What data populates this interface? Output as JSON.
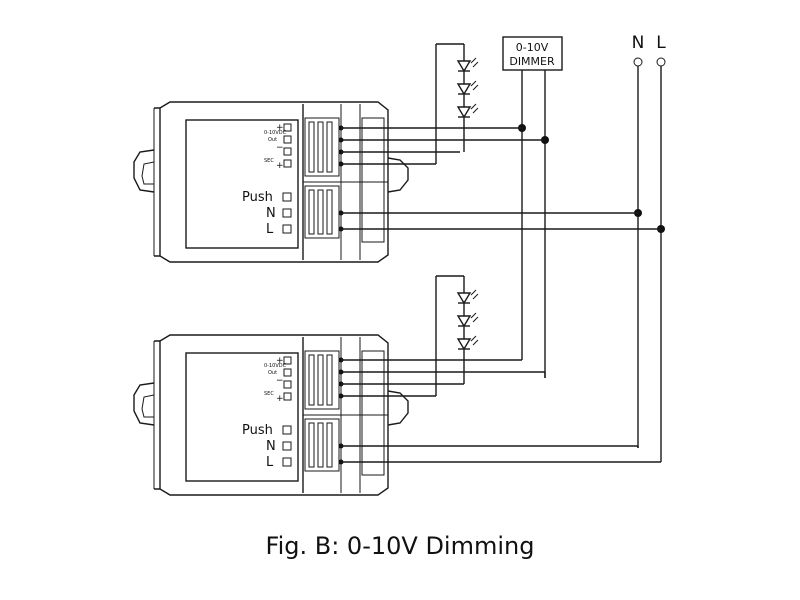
{
  "caption": "Fig. B: 0-10V Dimming",
  "dimmer": {
    "line1": "0-10V",
    "line2": "DIMMER"
  },
  "mains": {
    "neutral": "N",
    "live": "L"
  },
  "driver": {
    "push_label": "Push",
    "n_label": "N",
    "l_label": "L",
    "dim_label_line1": "0-10VDC",
    "dim_label_line2": "Out",
    "sec_label": "SEC",
    "plus": "+",
    "minus": "−"
  },
  "colors": {
    "line": "#1a1a1a",
    "background": "#ffffff"
  }
}
